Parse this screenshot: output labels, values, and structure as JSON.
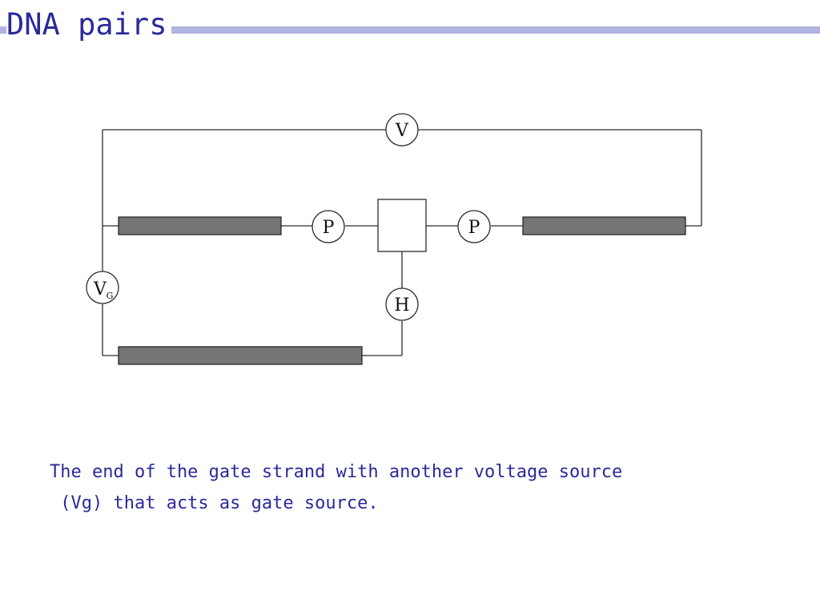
{
  "slide": {
    "title": "DNA pairs",
    "caption_lines": [
      "The end of the gate strand with another voltage source",
      " (Vg) that acts as gate source."
    ]
  },
  "diagram": {
    "meters": {
      "top_voltmeter": "V",
      "left_probe": "P",
      "right_probe": "P",
      "gate_meter": "H",
      "gate_source_main": "V",
      "gate_source_sub": "G"
    }
  },
  "colors": {
    "title_text": "#2a2a9a",
    "title_bar": "#b0b4de",
    "strand_fill": "#757575",
    "caption_text": "#2a2a9a"
  }
}
